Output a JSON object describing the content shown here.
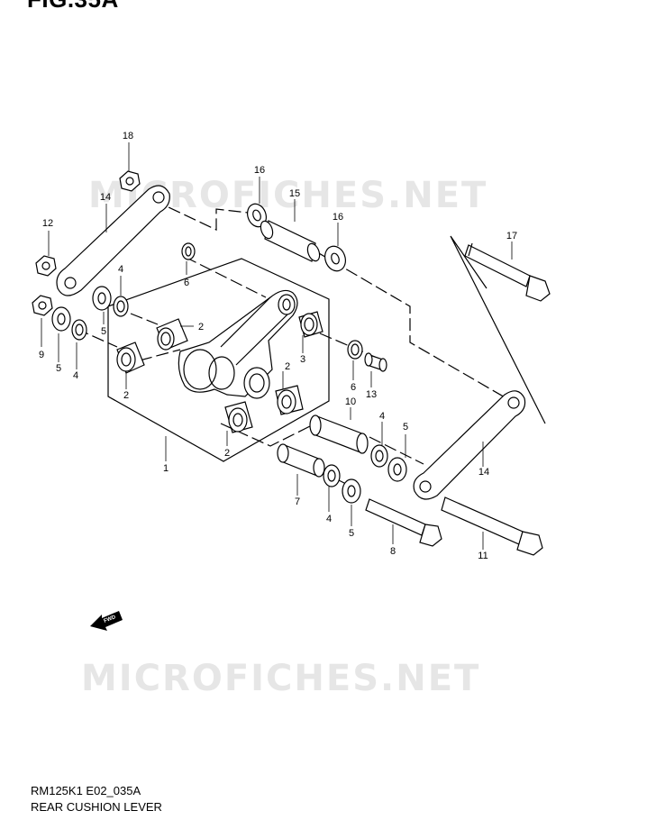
{
  "figure": {
    "title": "FIG.35A"
  },
  "watermark": {
    "text": "MICROFICHES.NET"
  },
  "fwd_label": "FWD",
  "callouts": [
    {
      "id": "c18",
      "text": "18"
    },
    {
      "id": "c14a",
      "text": "14"
    },
    {
      "id": "c12",
      "text": "12"
    },
    {
      "id": "c16a",
      "text": "16"
    },
    {
      "id": "c15",
      "text": "15"
    },
    {
      "id": "c16b",
      "text": "16"
    },
    {
      "id": "c17",
      "text": "17"
    },
    {
      "id": "c6a",
      "text": "6"
    },
    {
      "id": "c4a",
      "text": "4"
    },
    {
      "id": "c5a",
      "text": "5"
    },
    {
      "id": "c2a",
      "text": "2"
    },
    {
      "id": "c9",
      "text": "9"
    },
    {
      "id": "c5b",
      "text": "5"
    },
    {
      "id": "c4b",
      "text": "4"
    },
    {
      "id": "c3",
      "text": "3"
    },
    {
      "id": "c2b",
      "text": "2"
    },
    {
      "id": "c2c",
      "text": "2"
    },
    {
      "id": "c6b",
      "text": "6"
    },
    {
      "id": "c13",
      "text": "13"
    },
    {
      "id": "c10",
      "text": "10"
    },
    {
      "id": "c4c",
      "text": "4"
    },
    {
      "id": "c5c",
      "text": "5"
    },
    {
      "id": "c2d",
      "text": "2"
    },
    {
      "id": "c14b",
      "text": "14"
    },
    {
      "id": "c1",
      "text": "1"
    },
    {
      "id": "c7",
      "text": "7"
    },
    {
      "id": "c4d",
      "text": "4"
    },
    {
      "id": "c5d",
      "text": "5"
    },
    {
      "id": "c8",
      "text": "8"
    },
    {
      "id": "c11",
      "text": "11"
    }
  ],
  "footer": {
    "code": "RM125K1 E02_035A",
    "name": "REAR CUSHION LEVER"
  }
}
